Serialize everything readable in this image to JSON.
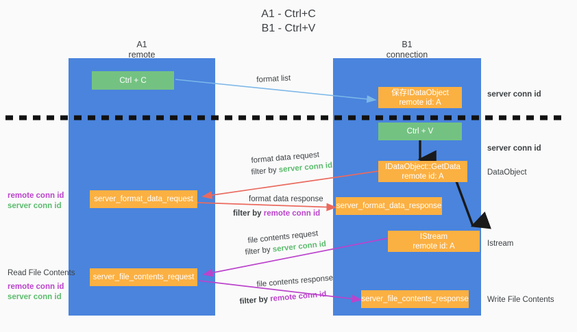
{
  "title": {
    "line1": "A1 - Ctrl+C",
    "line2": "B1 - Ctrl+V"
  },
  "colors": {
    "lane": "#4a84dd",
    "green_box": "#74c282",
    "orange_box": "#fbb042",
    "server_conn_text": "#5cbb6e",
    "remote_conn_text": "#bb44cc",
    "arrow_blue": "#7cb7e8",
    "arrow_red": "#ea6a5e",
    "arrow_purple": "#bb44cc",
    "arrow_black": "#1a1a1a",
    "background": "#fafafa"
  },
  "columns": [
    {
      "id": "a1",
      "name": "A1",
      "sub": "remote"
    },
    {
      "id": "b1",
      "name": "B1",
      "sub": "connection"
    }
  ],
  "boxes": [
    {
      "id": "ctrl-c",
      "lane": "a1",
      "style": "green",
      "line1": "Ctrl + C",
      "line2": ""
    },
    {
      "id": "save-idataobject",
      "lane": "b1",
      "style": "orange",
      "line1": "保存IDataObject",
      "line2": "remote id: A"
    },
    {
      "id": "ctrl-v",
      "lane": "b1",
      "style": "green",
      "line1": "Ctrl + V",
      "line2": ""
    },
    {
      "id": "idataobject-getdata",
      "lane": "b1",
      "style": "orange",
      "line1": "IDataObject::GetData",
      "line2": "remote id: A"
    },
    {
      "id": "server-format-data-request",
      "lane": "a1",
      "style": "orange",
      "line1": "server_format_data_request",
      "line2": ""
    },
    {
      "id": "server-format-data-response",
      "lane": "b1",
      "style": "orange",
      "line1": "server_format_data_response",
      "line2": ""
    },
    {
      "id": "istream",
      "lane": "b1",
      "style": "orange",
      "line1": "IStream",
      "line2": "remote id: A"
    },
    {
      "id": "server-file-contents-request",
      "lane": "a1",
      "style": "orange",
      "line1": "server_file_contents_request",
      "line2": ""
    },
    {
      "id": "server-file-contents-response",
      "lane": "b1",
      "style": "orange",
      "line1": "server_file_contents_response",
      "line2": ""
    }
  ],
  "flow_labels": {
    "format_list": "format list",
    "format_data_request": "format data request",
    "format_data_response": "format data response",
    "file_contents_request": "file contents request",
    "file_contents_response": "file contents response",
    "filter_by": "filter by",
    "server_conn_id": "server conn id",
    "remote_conn_id": "remote conn id"
  },
  "right_labels": [
    {
      "id": "server-conn-id-top",
      "text": "server conn id",
      "kind": "server"
    },
    {
      "id": "server-conn-id-second",
      "text": "server conn id",
      "kind": "server"
    },
    {
      "id": "dataobject",
      "text": "DataObject",
      "kind": "plain"
    },
    {
      "id": "istream-label",
      "text": "Istream",
      "kind": "plain"
    },
    {
      "id": "write-file-contents",
      "text": "Write File Contents",
      "kind": "plain"
    }
  ],
  "left_labels": {
    "read_file_contents": "Read File Contents",
    "remote_conn_id": "remote conn id",
    "server_conn_id": "server conn id"
  }
}
